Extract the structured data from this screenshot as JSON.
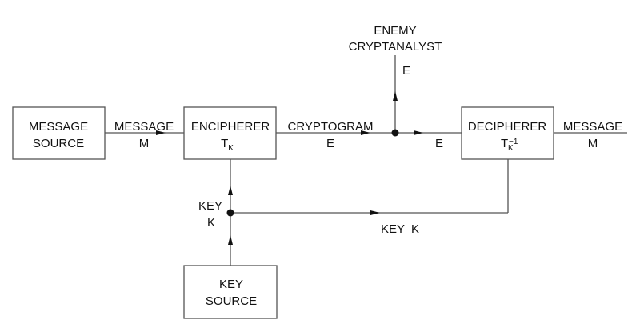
{
  "diagram": {
    "boxes": {
      "message_source": {
        "line1": "MESSAGE",
        "line2": "SOURCE"
      },
      "encipherer": {
        "line1": "ENCIPHERER",
        "symbol": "T",
        "subscript": "K"
      },
      "decipherer": {
        "line1": "DECIPHERER",
        "symbol": "T",
        "subscript": "K",
        "superscript": "−1"
      },
      "key_source": {
        "line1": "KEY",
        "line2": "SOURCE"
      }
    },
    "labels": {
      "message_in": {
        "line1": "MESSAGE",
        "line2": "M"
      },
      "cryptogram": {
        "line1": "CRYPTOGRAM",
        "line2": "E"
      },
      "enemy": {
        "line1": "ENEMY",
        "line2": "CRYPTANALYST"
      },
      "enemy_e": "E",
      "decipherer_in_e": "E",
      "message_out": {
        "line1": "MESSAGE",
        "line2": "M"
      },
      "key_vertical": {
        "line1": "KEY",
        "line2": "K"
      },
      "key_horizontal": "KEY  K"
    }
  }
}
